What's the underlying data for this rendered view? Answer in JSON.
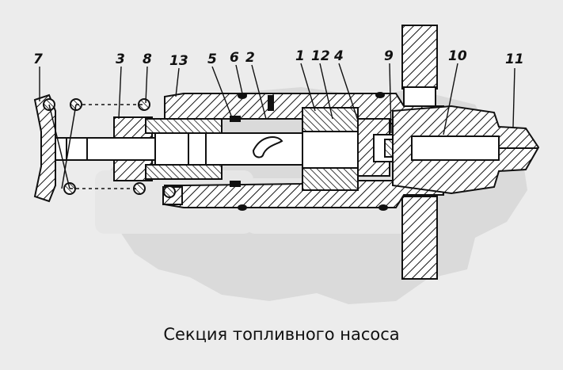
{
  "caption": "Секция топливного насоса",
  "callouts": [
    "7",
    "3",
    "8",
    "13",
    "5",
    "6",
    "2",
    "1",
    "12",
    "4",
    "9",
    "10",
    "11"
  ],
  "colors": {
    "background": "#ececec",
    "ink": "#111111",
    "hatch": "#111111",
    "watermark": "#dadada",
    "part_fill": "#ffffff"
  },
  "watermark": "gear-logo"
}
